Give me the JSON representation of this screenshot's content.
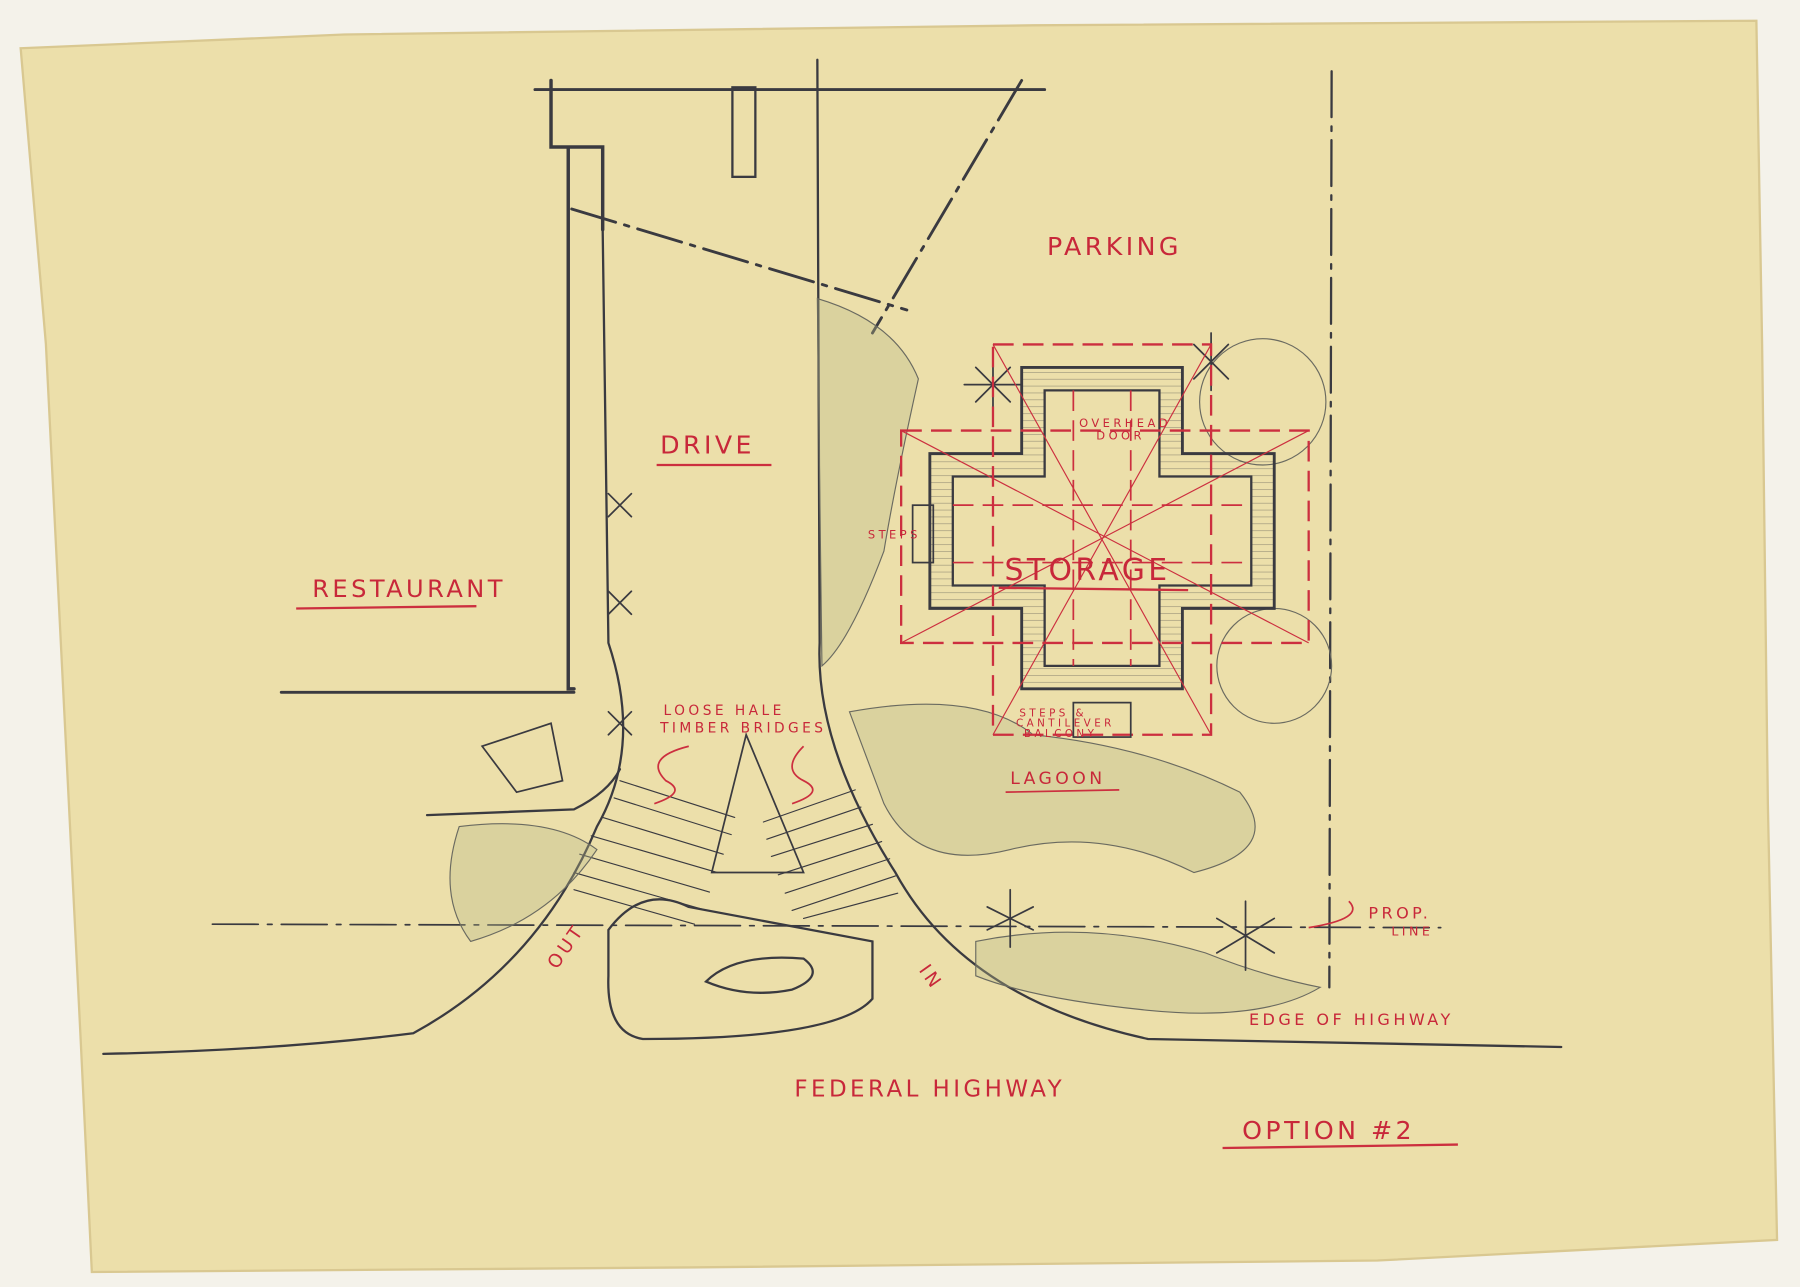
{
  "drawing": {
    "title": "OPTION #2",
    "colors": {
      "paper": "#ecdfaa",
      "pencil": "#3a3a40",
      "red_pencil": "#cc2f3f",
      "foliage": "#b9b98a"
    },
    "labels": {
      "parking": "PARKING",
      "drive": "DRIVE",
      "restaurant": "RESTAURANT",
      "overhead_door_1": "OVERHEAD",
      "overhead_door_2": "DOOR",
      "steps": "STEPS",
      "storage": "STORAGE",
      "balcony_1": "STEPS &",
      "balcony_2": "CANTILEVER",
      "balcony_3": "BALCONY",
      "bridges_1": "LOOSE HALE",
      "bridges_2": "TIMBER BRIDGES",
      "lagoon": "LAGOON",
      "out": "OUT",
      "in": "IN",
      "prop_line_1": "PROP.",
      "prop_line_2": "LINE",
      "edge_of_highway": "EDGE OF HIGHWAY",
      "federal_highway": "FEDERAL HIGHWAY"
    }
  }
}
